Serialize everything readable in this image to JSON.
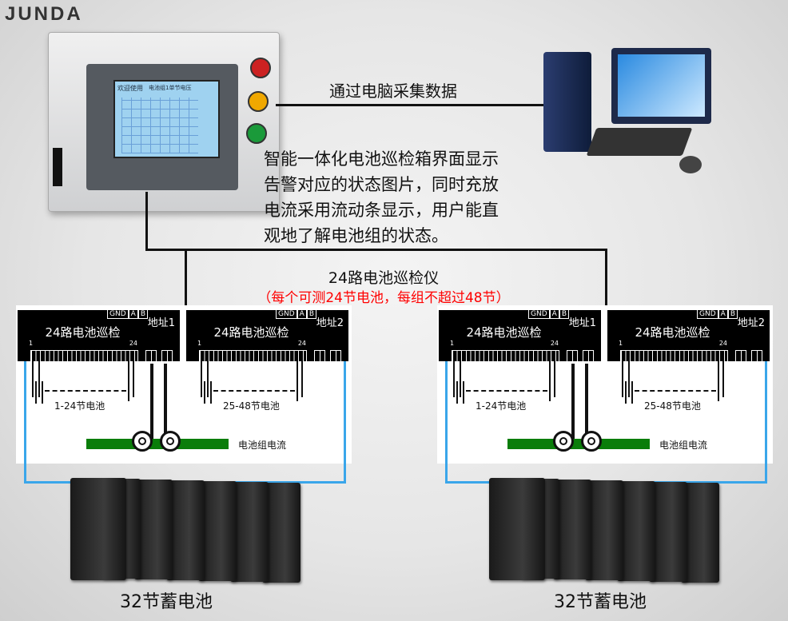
{
  "logo": {
    "text": "JUNDA"
  },
  "device_screen": {
    "welcome": "欢迎使用",
    "title": "电池组1单节电压"
  },
  "pc_caption": "通过电脑采集数据",
  "description": [
    "智能一体化电池巡检箱界面显示",
    "告警对应的状态图片，同时充放",
    "电流采用流动条显示，用户能直",
    "观地了解电池组的状态。"
  ],
  "inspector": {
    "title": "24路电池巡检仪",
    "note": "（每个可测24节电池，每组不超过48节）",
    "note_color": "#ff0000"
  },
  "modules": [
    {
      "title": "24路电池巡检",
      "address": "地址1",
      "terminals": [
        "GND",
        "A",
        "B"
      ],
      "range_start": "1",
      "range_end": "24"
    },
    {
      "title": "24路电池巡检",
      "address": "地址2",
      "terminals": [
        "GND",
        "A",
        "B"
      ],
      "range_start": "1",
      "range_end": "24"
    }
  ],
  "groups": [
    {
      "cells_a": "1-24节电池",
      "cells_b": "25-48节电池",
      "current_label": "电池组电流",
      "battery_label": "32节蓄电池"
    },
    {
      "cells_a": "1-24节电池",
      "cells_b": "25-48节电池",
      "current_label": "电池组电流",
      "battery_label": "32节蓄电池"
    }
  ],
  "colors": {
    "bus_wire": "#3aa6ea",
    "current_bar": "#0a7d0a",
    "module_bg": "#000000"
  }
}
